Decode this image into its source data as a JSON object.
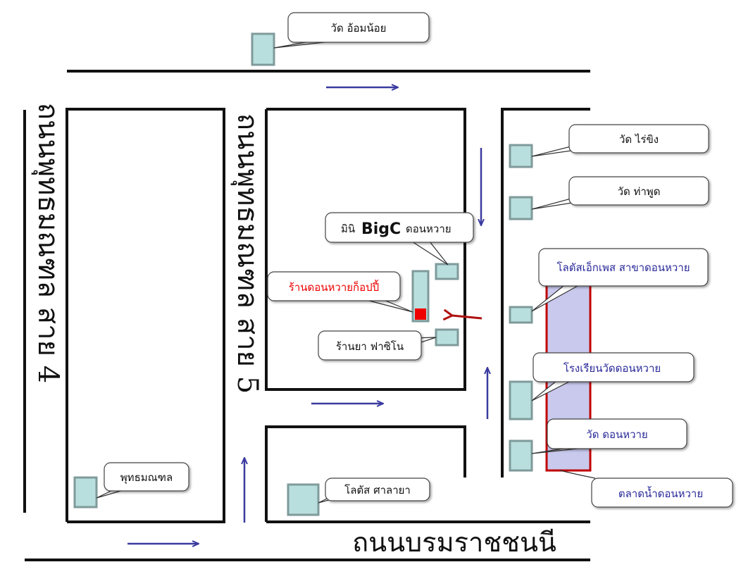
{
  "colors": {
    "road": "#111111",
    "arrow": "#3a3aa0",
    "red_arrow": "#b01010",
    "building_fill": "#b9dede",
    "building_stroke": "#7f9a9a",
    "highlight_fill": "#c9c9ee",
    "highlight_stroke": "#c00000",
    "shop_red": "#ee0000",
    "label_blue": "#2a2a9a"
  },
  "roads": {
    "top_road_4": "ถนนพุทธมณฑล สาย 4",
    "mid_road_5": "ถนนพุทธมณฑล สาย 5",
    "bottom_road": "ถนนบรมราชชนนี"
  },
  "landmarks": {
    "wat_om_noi": "วัด อ้อมน้อย",
    "wat_rai_khing": "วัด ไร่ขิง",
    "wat_tha_phut": "วัด ท่าพูด",
    "mini_bigc_prefix": "มินิ",
    "mini_bigc_brand": "BigC",
    "mini_bigc_suffix": "ดอนหวาย",
    "shop_don_wai_copy": "ร้านดอนหวายก็อปปี้",
    "lotus_express": "โลตัสเอ็กเพส สาขาดอนหวาย",
    "pharmacy_fascino": "ร้านยา ฟาซิโน",
    "school_wat_don_wai": "โรงเรียนวัดดอนหวาย",
    "wat_don_wai": "วัด ดอนหวาย",
    "phutthamonthon": "พุทธมณฑล",
    "lotus_salaya": "โลตัส ศาลายา",
    "don_wai_floating_market": "ตลาดน้ำดอนหวาย"
  }
}
